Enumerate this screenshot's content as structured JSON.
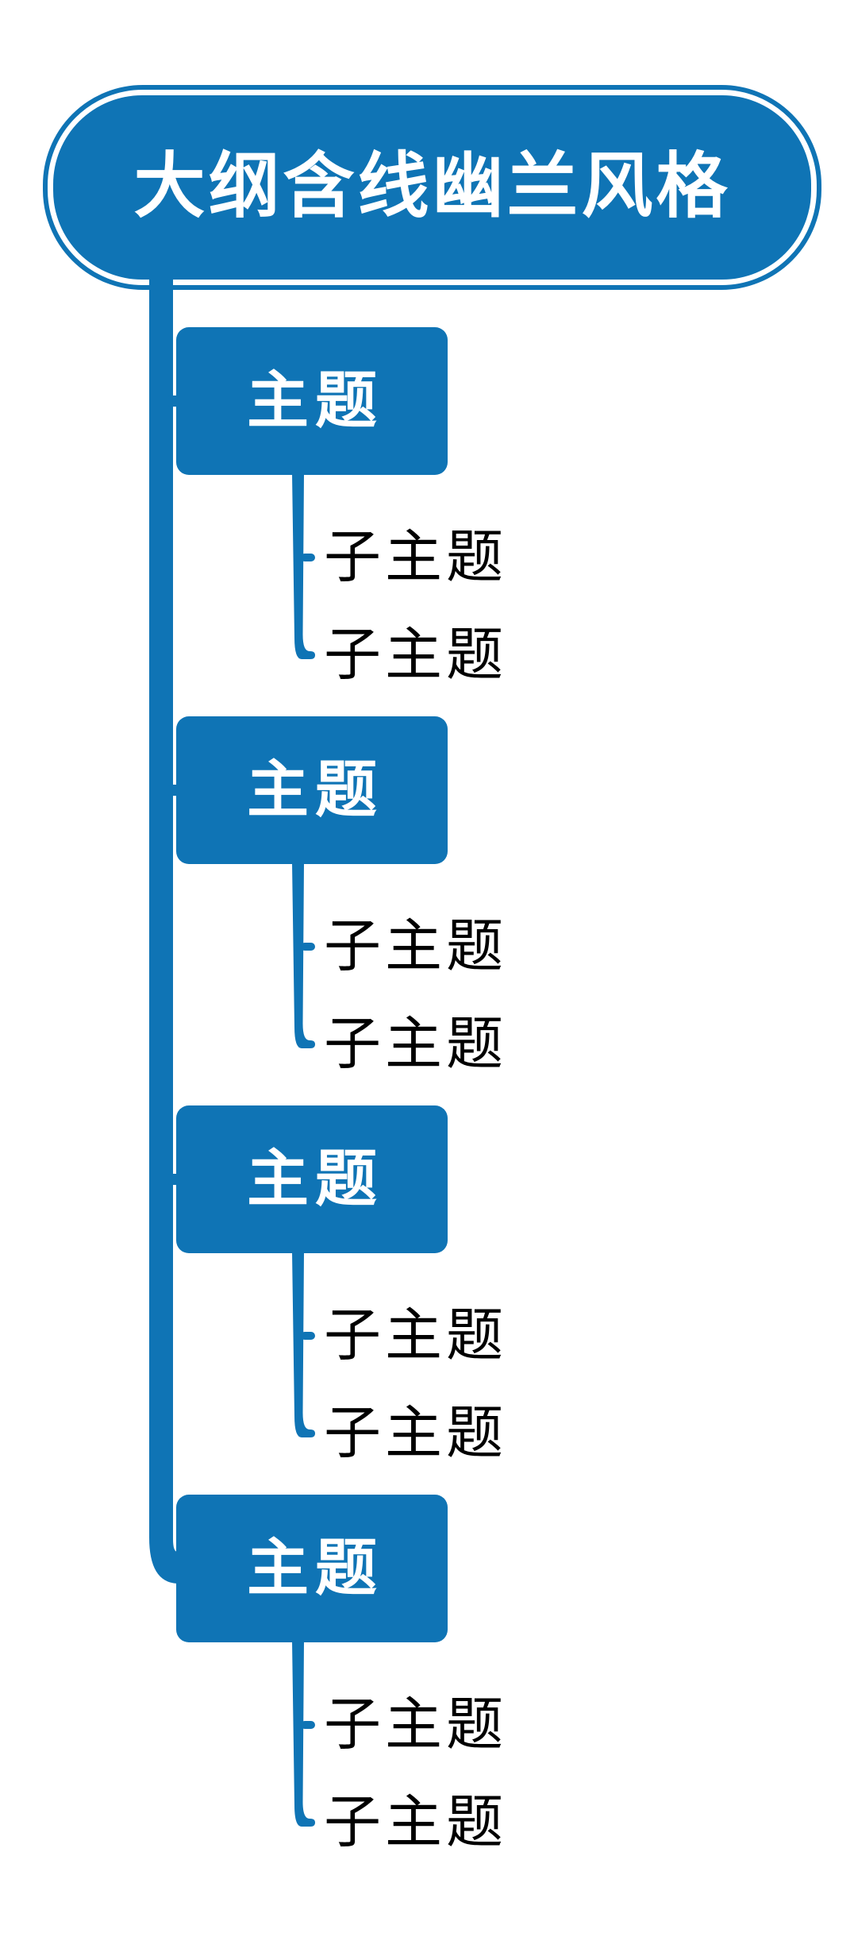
{
  "colors": {
    "accent": "#0F74B5",
    "background": "#FFFFFF",
    "topic_text": "#FFFFFF",
    "subtopic_text": "#000000"
  },
  "root": {
    "title": "大纲含线幽兰风格"
  },
  "topics": [
    {
      "label": "主题",
      "subtopics": [
        "子主题",
        "子主题"
      ]
    },
    {
      "label": "主题",
      "subtopics": [
        "子主题",
        "子主题"
      ]
    },
    {
      "label": "主题",
      "subtopics": [
        "子主题",
        "子主题"
      ]
    },
    {
      "label": "主题",
      "subtopics": [
        "子主题",
        "子主题"
      ]
    }
  ]
}
